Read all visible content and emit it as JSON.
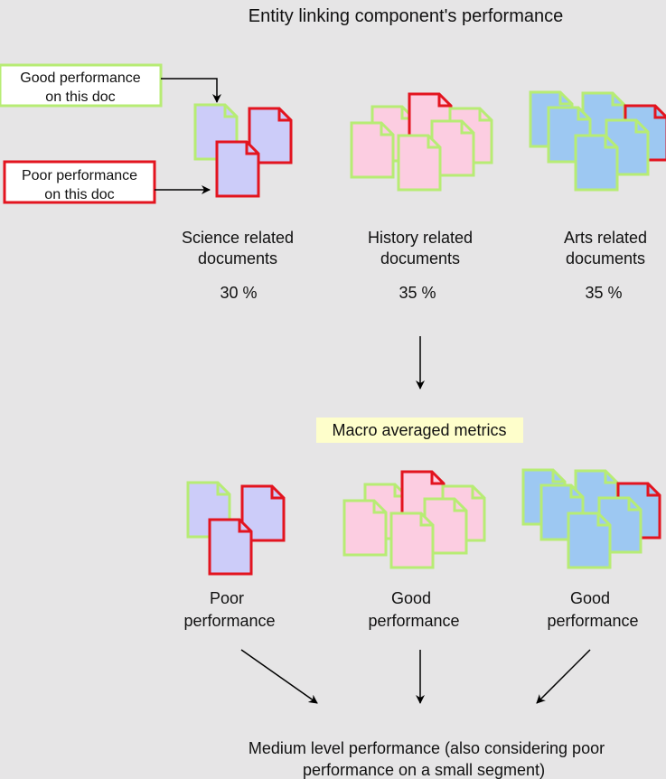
{
  "title": "Entity linking component's performance",
  "legend": {
    "good": {
      "line1": "Good performance",
      "line2": "on this doc"
    },
    "poor": {
      "line1": "Poor performance",
      "line2": "on this doc"
    }
  },
  "colors": {
    "background": "#e6e5e6",
    "good_border": "#b7ec74",
    "poor_border": "#e3141f",
    "science_doc": "#ccccf9",
    "history_doc": "#fccde1",
    "arts_doc": "#9dc8f2",
    "macro_highlight": "#fefecb"
  },
  "categories": [
    {
      "line1": "Science related",
      "line2": "documents",
      "share": "30 %",
      "verdict_line1": "Poor",
      "verdict_line2": "performance"
    },
    {
      "line1": "History related",
      "line2": "documents",
      "share": "35 %",
      "verdict_line1": "Good",
      "verdict_line2": "performance"
    },
    {
      "line1": "Arts related",
      "line2": "documents",
      "share": "35 %",
      "verdict_line1": "Good",
      "verdict_line2": "performance"
    }
  ],
  "macro_label": "Macro averaged metrics",
  "conclusion": {
    "line1": "Medium level performance (also considering poor",
    "line2": "performance on a small segment)"
  }
}
